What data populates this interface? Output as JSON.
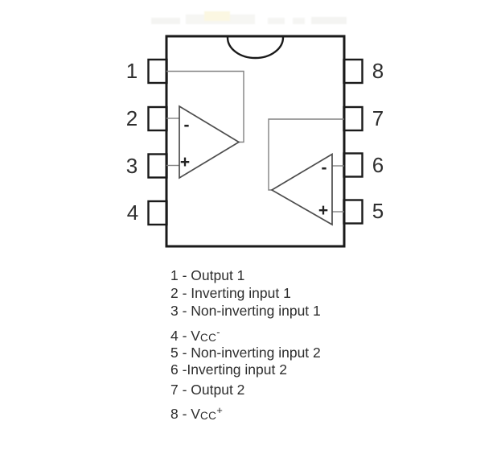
{
  "diagram": {
    "pin_numbers_left": [
      "1",
      "2",
      "3",
      "4"
    ],
    "pin_numbers_right": [
      "8",
      "7",
      "6",
      "5"
    ],
    "opamp1": {
      "inverting_sign": "-",
      "non_inverting_sign": "+"
    },
    "opamp2": {
      "inverting_sign": "-",
      "non_inverting_sign": "+"
    }
  },
  "legend": {
    "items": [
      {
        "text": "1 - Output 1"
      },
      {
        "text": "2 - Inverting input 1"
      },
      {
        "text": "3 - Non-inverting input 1"
      },
      {
        "prefix": "4 - V",
        "sub": "CC",
        "sup": "-"
      },
      {
        "text": "5 - Non-inverting input 2"
      },
      {
        "text": "6 -Inverting input 2"
      },
      {
        "text": "7 - Output 2"
      },
      {
        "prefix": "8 - V",
        "sub": "CC",
        "sup": "+"
      }
    ]
  },
  "colors": {
    "outline": "#1a1a1a",
    "wire": "#828282",
    "triangle": "#4d4d4d",
    "text": "#2d2d2d"
  }
}
